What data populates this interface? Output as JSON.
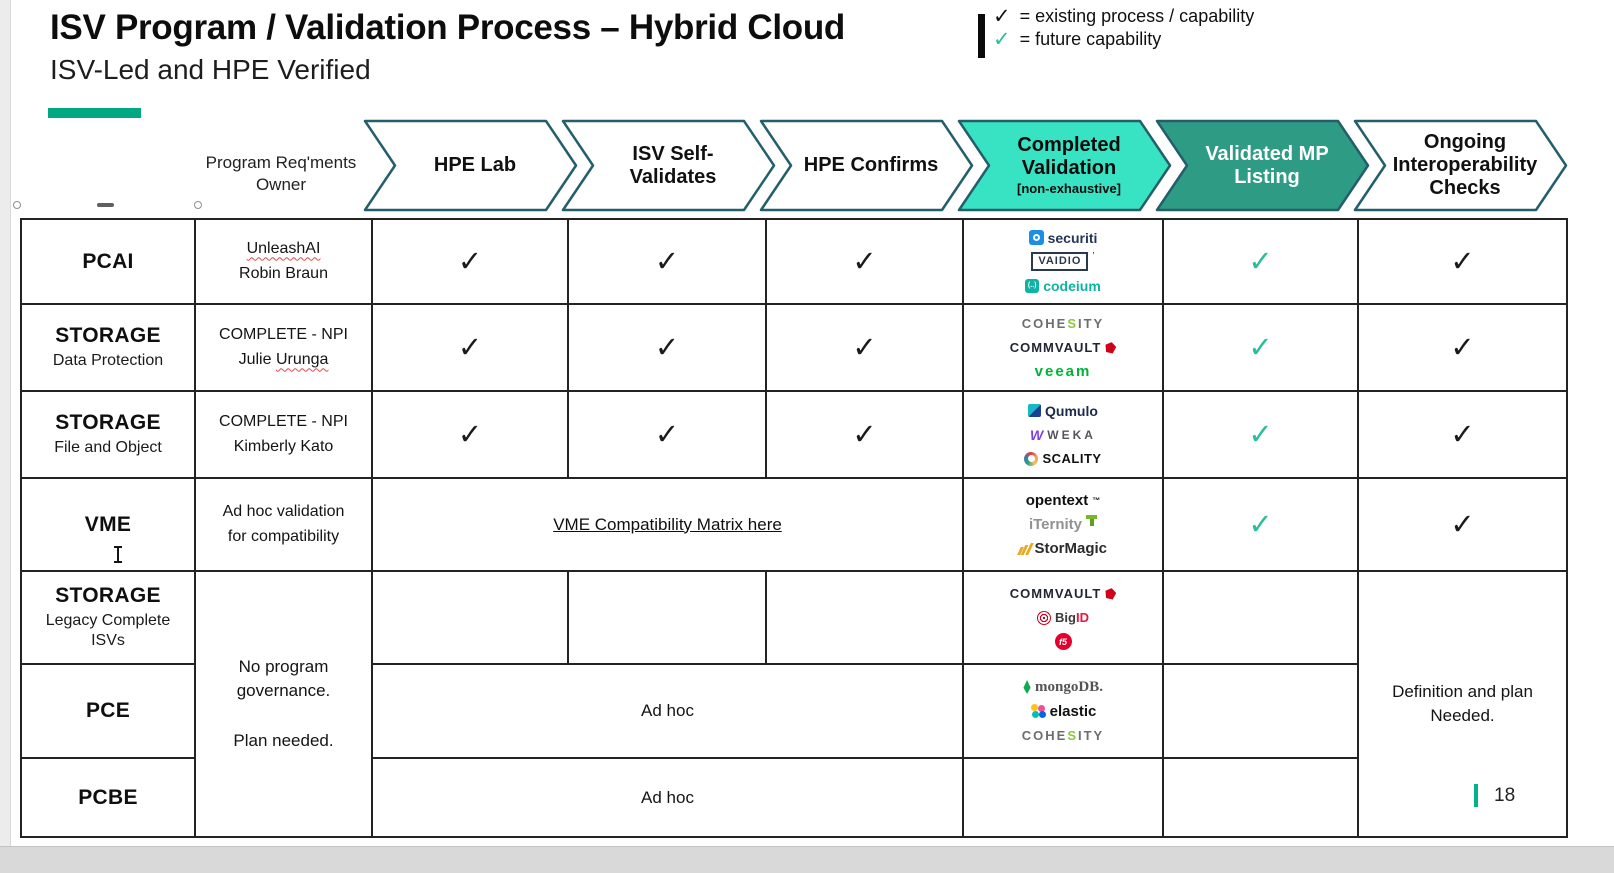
{
  "page": {
    "title": "ISV Program / Validation Process – Hybrid Cloud",
    "subtitle": "ISV-Led and HPE Verified",
    "page_number": "18"
  },
  "legend": {
    "check": "✓",
    "existing_label": "= existing process / capability",
    "future_label": "= future capability"
  },
  "colors": {
    "hpe_green_bar": "#00A982",
    "future_check_green": "#2BBD9C",
    "existing_check_black": "#1B1B1B",
    "chevron_outline": "#235F6B",
    "completed_fill": "#38E3C3",
    "validated_fill": "#2E9C84",
    "page_bar_teal": "#00B388"
  },
  "header": {
    "owner_column": "Program Req'ments Owner",
    "stages": [
      {
        "label": "HPE Lab",
        "fill": "#FFFFFF",
        "color": "#111111"
      },
      {
        "label": "ISV Self-Validates",
        "fill": "#FFFFFF",
        "color": "#111111"
      },
      {
        "label": "HPE Confirms",
        "fill": "#FFFFFF",
        "color": "#111111"
      },
      {
        "label": "Completed Validation",
        "sub": "[non-exhaustive]",
        "fill": "#38E3C3",
        "color": "#0B0B0B"
      },
      {
        "label": "Validated MP Listing",
        "fill": "#2E9C84",
        "color": "#FFFFFF"
      },
      {
        "label": "Ongoing Interoperability Checks",
        "fill": "#FFFFFF",
        "color": "#111111"
      }
    ]
  },
  "symbols": {
    "check": "✓"
  },
  "table": {
    "rows": [
      {
        "category": "PCAI",
        "owner1_err": "UnleashAI",
        "owner2": "Robin Braun"
      },
      {
        "category": "STORAGE",
        "sub": "Data Protection",
        "owner1": "COMPLETE - NPI",
        "owner2_pre": "Julie ",
        "owner2_err": "Urunga"
      },
      {
        "category": "STORAGE",
        "sub": "File and Object",
        "owner1": "COMPLETE - NPI",
        "owner2": "Kimberly Kato"
      },
      {
        "category": "VME",
        "owner1": "Ad hoc validation",
        "owner2": "for compatibility"
      },
      {
        "category": "STORAGE",
        "sub": "Legacy Complete ISVs"
      },
      {
        "category": "PCE"
      },
      {
        "category": "PCBE"
      }
    ],
    "vme_link": "VME Compatibility Matrix here",
    "no_governance_1": "No program governance.",
    "no_governance_2": "Plan needed.",
    "ad_hoc": "Ad hoc",
    "definition_needed_1": "Definition and plan",
    "definition_needed_2": "Needed."
  },
  "logos": {
    "securiti": {
      "text": "securiti"
    },
    "vaidio": {
      "text": "VAIDIO",
      "mark": "’"
    },
    "codeium": {
      "icon": "(..)",
      "text": "codeium"
    },
    "cohesity": {
      "p1": "COHE",
      "s": "S",
      "p2": "ITY"
    },
    "commvault": {
      "text": "COMMVAULT"
    },
    "veeam": {
      "text": "veeam"
    },
    "qumulo": {
      "text": "Qumulo"
    },
    "weka": {
      "icon": "W",
      "text": "WEKA"
    },
    "scality": {
      "text": "SCALITY"
    },
    "opentext": {
      "text": "opentext",
      "tm": "™"
    },
    "iternity": {
      "text": "iTernity"
    },
    "stormagic": {
      "text": "StorMagic"
    },
    "bigid": {
      "p1": "Big",
      "p2": "ID"
    },
    "f5": {
      "text": "f5"
    },
    "mongodb": {
      "text": "mongoDB."
    },
    "elastic": {
      "text": "elastic"
    }
  }
}
